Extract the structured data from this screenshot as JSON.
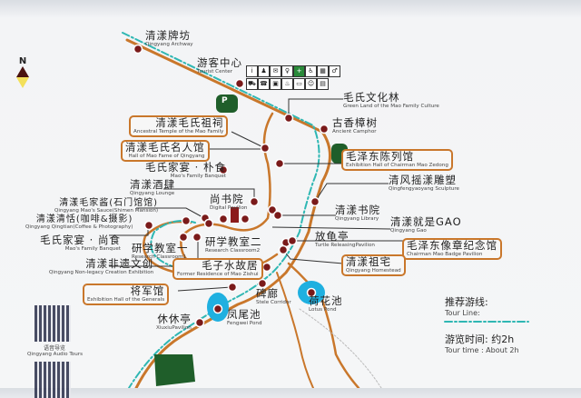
{
  "compass": {
    "label": "N"
  },
  "colors": {
    "path": "#c9772b",
    "tour_line": "#2fb7b3",
    "poi": "#7a1a1a",
    "parking": "#1f5e2a",
    "water": "#1fb0e0",
    "box_border": "#c9772b"
  },
  "places": [
    {
      "cn": "清漾牌坊",
      "en": "Qingyang Archway"
    },
    {
      "cn": "游客中心",
      "en": "Tourist Center"
    },
    {
      "cn": "毛氏文化林",
      "en": "Green Land of the Mao Family Culture"
    },
    {
      "cn": "古香樟树",
      "en": "Ancient Camphor"
    },
    {
      "cn": "清漾毛氏祖祠",
      "en": "Ancestral Temple of the Mao Family"
    },
    {
      "cn": "清漾毛氏名人馆",
      "en": "Hall of Mao Fame of Qingyang"
    },
    {
      "cn": "毛氏家宴 · 朴食",
      "en": "Mao's Family Banquet"
    },
    {
      "cn": "毛泽东陈列馆",
      "en": "Exhibition Hall of Chairman Mao Zedong"
    },
    {
      "cn": "清风摇漾雕塑",
      "en": "Qingfengyaoyang Sculpture"
    },
    {
      "cn": "清漾酒肆",
      "en": "Qingyang Lounge"
    },
    {
      "cn": "尚书院",
      "en": "Digital Pavilion"
    },
    {
      "cn": "清漾书院",
      "en": "Qingyang Library"
    },
    {
      "cn": "清漾毛家酱(石门馆馆)",
      "en": "Qingyang Mao's Sauce(Shimen Mansion)"
    },
    {
      "cn": "清漾清恬(咖啡&摄影)",
      "en": "Qingyang Qingtian(Coffee & Photography)"
    },
    {
      "cn": "清漾就是GAO",
      "en": "Qingyang Gao"
    },
    {
      "cn": "毛氏家宴 · 尚食",
      "en": "Mao's Family Banquet"
    },
    {
      "cn": "研学教室一",
      "en": "Research Classroom1"
    },
    {
      "cn": "研学教室二",
      "en": "Research Classroom2"
    },
    {
      "cn": "放龟亭",
      "en": "Turtle ReleasingPavilion"
    },
    {
      "cn": "毛泽东像章纪念馆",
      "en": "Chairman Mao Badge Pavilion"
    },
    {
      "cn": "清漾非遗文创",
      "en": "Qingyang Non-legacy Creation Exhibition"
    },
    {
      "cn": "毛子水故居",
      "en": "Former Residence of Mao Zishui"
    },
    {
      "cn": "清漾祖宅",
      "en": "Qingyang Homestead"
    },
    {
      "cn": "将军馆",
      "en": "Exhibition Hall of the Generals"
    },
    {
      "cn": "碑廊",
      "en": "Stele Corridor"
    },
    {
      "cn": "荷花池",
      "en": "Lotus Pond"
    },
    {
      "cn": "休休亭",
      "en": "XiuxiuPavilion"
    },
    {
      "cn": "凤尾池",
      "en": "Fengwei Pond"
    }
  ],
  "parking": {
    "label": "P"
  },
  "legend": {
    "tour_line_cn": "推荐游线:",
    "tour_line_en": "Tour Line:",
    "time_cn": "游览时间: 约2h",
    "time_en": "Tour time : About 2h"
  },
  "audio": {
    "cn": "语音导览",
    "en": "Qingyang Audio Tours"
  },
  "facility_icons": [
    "info-icon",
    "info-board-icon",
    "mail-icon",
    "restroom-icon",
    "first-aid-icon",
    "wheelchair-icon",
    "atm-icon",
    "restroom-icon",
    "sightseeing-car-icon",
    "phone-icon",
    "luggage-icon",
    "drinking-water-icon",
    "screen-icon",
    "baby-care-icon",
    "rest-area-icon"
  ]
}
